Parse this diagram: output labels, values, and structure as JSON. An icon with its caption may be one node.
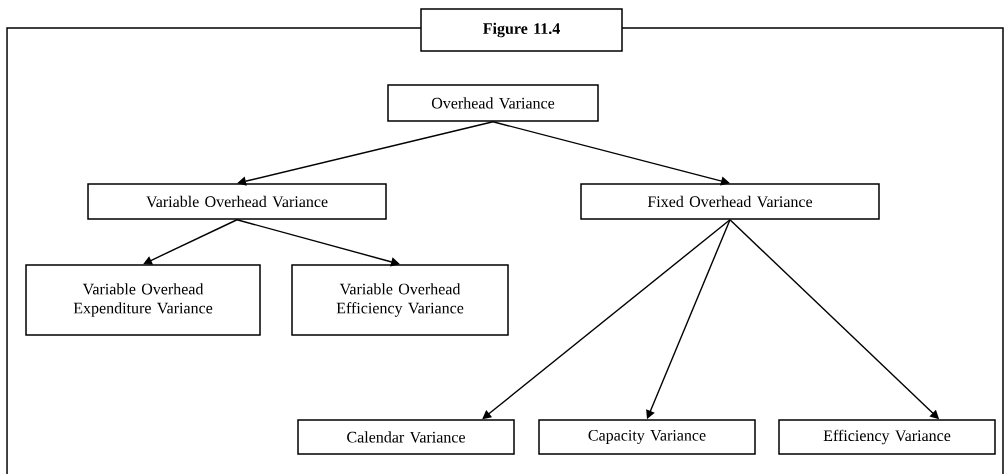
{
  "diagram": {
    "nodes": [
      {
        "text": [
          "Figure 11.4"
        ]
      },
      {
        "text": [
          "Overhead Variance"
        ]
      },
      {
        "text": [
          "Variable Overhead Variance"
        ]
      },
      {
        "text": [
          "Fixed Overhead Variance"
        ]
      },
      {
        "text": [
          "Variable Overhead Expenditure Variance"
        ]
      },
      {
        "text": [
          "Variable Overhead Efficiency Variance"
        ]
      },
      {
        "text": [
          "Calendar Variance"
        ]
      },
      {
        "text": [
          "Capacity Variance"
        ]
      },
      {
        "text": [
          "Efficiency Variance"
        ]
      }
    ],
    "edges": [
      {
        "from": 1,
        "to": 2,
        "arrow": "to"
      },
      {
        "from": 1,
        "to": 3,
        "arrow": "to"
      },
      {
        "from": 2,
        "to": 4,
        "arrow": "to"
      },
      {
        "from": 2,
        "to": 5,
        "arrow": "to"
      },
      {
        "from": 3,
        "to": 6,
        "arrow": "to"
      },
      {
        "from": 3,
        "to": 7,
        "arrow": "to"
      },
      {
        "from": 3,
        "to": 8,
        "arrow": "to"
      }
    ]
  }
}
